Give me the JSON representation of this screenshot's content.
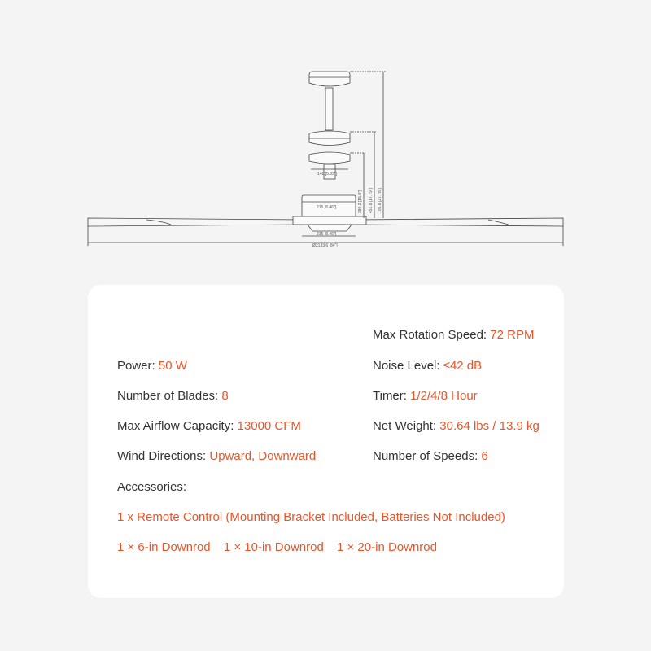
{
  "diagram": {
    "dimensions": {
      "canopy_width": "148 [5.83\"]",
      "motor_width_top": "215 [8.46\"]",
      "motor_width_bottom": "215 [8.46\"]",
      "span": "Ø2133.6 [84\"]",
      "height_1": "380.2 [15.0\"]",
      "height_2": "451.8 [17.79\"]",
      "height_3": "705.6 [27.78\"]"
    }
  },
  "specs": {
    "left": [
      {
        "label": "Power: ",
        "value": "50 W"
      },
      {
        "label": "Number of Blades: ",
        "value": "8"
      },
      {
        "label": "Max Airflow Capacity: ",
        "value": "13000 CFM"
      },
      {
        "label": "Wind Directions: ",
        "value": "Upward, Downward"
      }
    ],
    "right": [
      {
        "label": "Max Rotation Speed: ",
        "value": "72 RPM"
      },
      {
        "label": "Noise Level: ",
        "value": "≤42 dB"
      },
      {
        "label": "Timer: ",
        "value": "1/2/4/8 Hour"
      },
      {
        "label": "Net Weight: ",
        "value": "30.64 lbs / 13.9 kg"
      },
      {
        "label": "Number of Speeds: ",
        "value": "6"
      }
    ]
  },
  "accessories": {
    "heading": "Accessories:",
    "line1": "1 x Remote Control (Mounting Bracket Included, Batteries Not Included)",
    "downrods": [
      "1 × 6-in Downrod",
      "1 × 10-in Downrod",
      "1 × 20-in Downrod"
    ]
  },
  "colors": {
    "accent": "#e8562a",
    "text": "#333333",
    "background": "#f4f4f4",
    "card": "#ffffff"
  }
}
